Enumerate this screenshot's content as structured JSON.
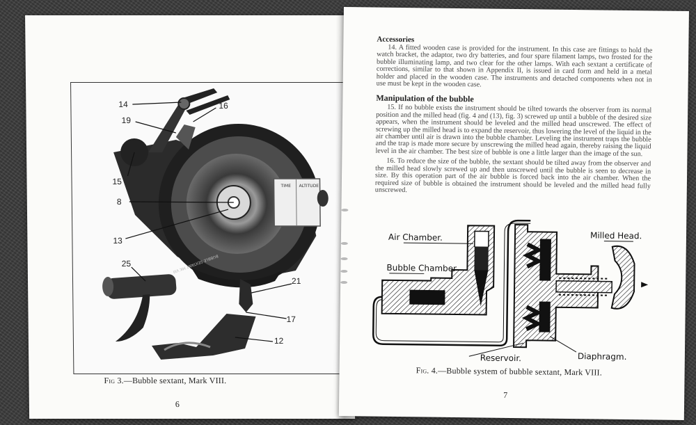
{
  "left_page": {
    "callouts": [
      "14",
      "16",
      "19",
      "15",
      "8",
      "13",
      "25",
      "21",
      "17",
      "12"
    ],
    "instrument_text": {
      "plate_left": "TIME",
      "plate_right": "ALTITUDE",
      "engraving": "BUBBLE SEXTANT MK VIII"
    },
    "caption_prefix": "Fig",
    "caption_rest": " 3.—Bubble sextant, Mark VIII.",
    "page_number": "6"
  },
  "right_page": {
    "accessories_heading": "Accessories",
    "accessories_para": "14. A fitted wooden case is provided for the instrument. In this case are fittings to hold the watch bracket, the adaptor, two dry batteries, and four spare filament lamps, two frosted for the bubble illuminating lamp, and two clear for the other lamps. With each sextant a certificate of corrections, similar to that shown in Appendix II, is issued in card form and held in a metal holder and placed in the wooden case. The instruments and detached components when not in use must be kept in the wooden case.",
    "manip_heading": "Manipulation of the bubble",
    "para15": "15. If no bubble exists the instrument should be tilted towards the observer from its normal position and the milled head (fig. 4 and (13), fig. 3) screwed up until a bubble of the desired size appears, when the instrument should be leveled and the milled head unscrewed. The effect of screwing up the milled head is to expand the reservoir, thus lowering the level of the liquid in the air chamber until air is drawn into the bubble chamber. Leveling the instrument traps the bubble and the trap is made more secure by unscrewing the milled head again, thereby raising the liquid level in the air chamber. The best size of bubble is one a little larger than the image of the sun.",
    "para16": "16. To reduce the size of the bubble, the sextant should be tilted away from the observer and the milled head slowly screwed up and then unscrewed until the bubble is seen to decrease in size. By this operation part of the air bubble is forced back into the air chamber. When the required size of bubble is obtained the instrument should be leveled and the milled head fully unscrewed.",
    "diagram_labels": {
      "air_chamber": "Air Chamber.",
      "bubble_chamber": "Bubble Chamber",
      "milled_head": "Milled Head.",
      "reservoir": "Reservoir.",
      "diaphragm": "Diaphragm."
    },
    "caption_prefix": "Fig",
    "caption_rest": ". 4.—Bubble system of bubble sextant, Mark VIII.",
    "page_number": "7"
  }
}
